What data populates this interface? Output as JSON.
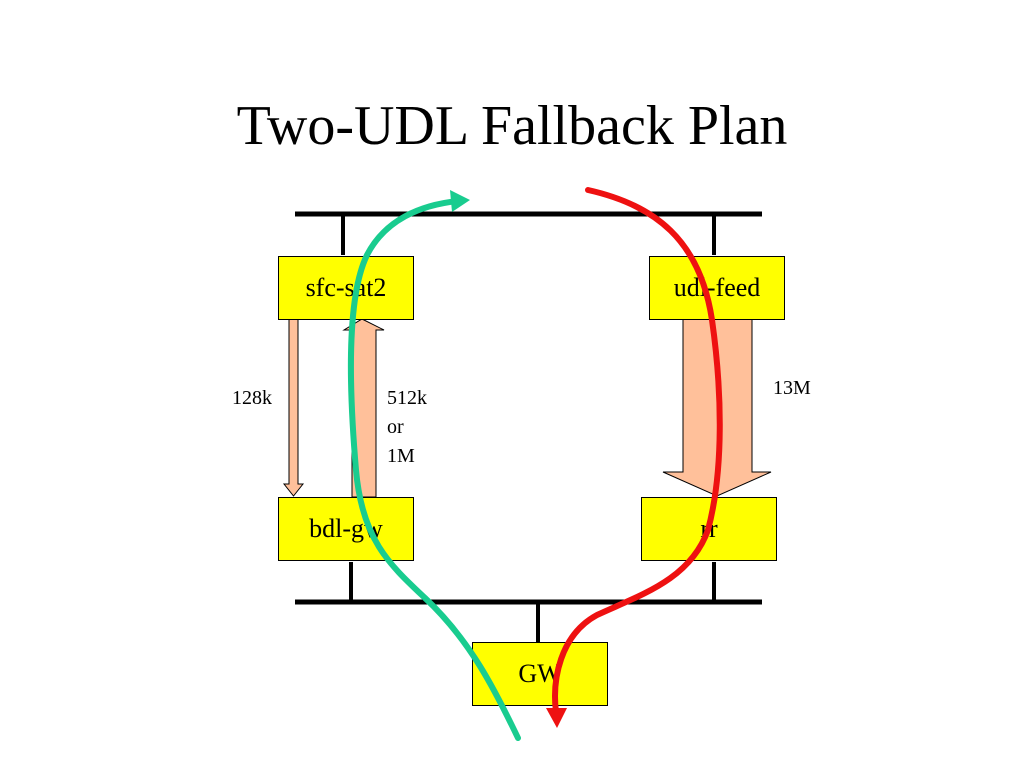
{
  "title": "Two-UDL Fallback Plan",
  "nodes": {
    "sfc_sat2": "sfc-sat2",
    "udl_feed": "udl-feed",
    "bdl_gw": "bdl-gw",
    "rr": "rr",
    "gw": "GW"
  },
  "links": {
    "uplink_rate": "128k",
    "downlink_rate_line1": "512k",
    "downlink_rate_line2": "or",
    "downlink_rate_line3": "1M",
    "feed_rate": "13M"
  },
  "colors": {
    "node_fill": "#ffff00",
    "arrow_fill": "#ffc09a",
    "path_green": "#19cc8f",
    "path_red": "#ee1111"
  }
}
